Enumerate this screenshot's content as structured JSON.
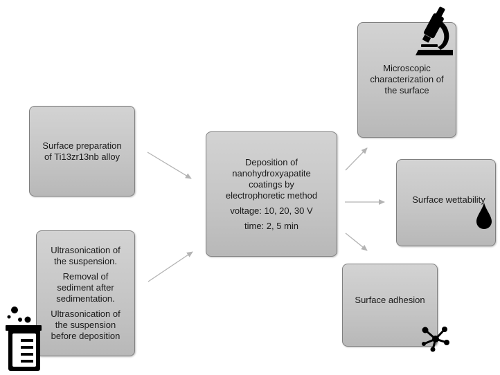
{
  "boxes": {
    "surface_prep": {
      "lines": [
        "Surface preparation",
        "of Ti13zr13nb alloy"
      ]
    },
    "ultrasonication": {
      "p1": [
        "Ultrasonication of",
        "the suspension."
      ],
      "p2": [
        "Removal of",
        "sediment after",
        "sedimentation."
      ],
      "p3": [
        "Ultrasonication of",
        "the suspension",
        "before deposition"
      ]
    },
    "deposition": {
      "lines": [
        "Deposition of",
        "nanohydroxyapatite",
        "coatings by",
        "electrophoretic method"
      ],
      "voltage": "voltage: 10, 20, 30 V",
      "time": "time: 2, 5 min"
    },
    "microscopic": {
      "lines": [
        "Microscopic",
        "characterization of",
        "the surface"
      ]
    },
    "wettability": {
      "label": "Surface wettability"
    },
    "adhesion": {
      "label": "Surface adhesion"
    }
  },
  "icons": [
    "microscope-icon",
    "beaker-icon",
    "water-drop-icon",
    "molecule-icon"
  ],
  "colors": {
    "box_fill": "#c8c8c8",
    "box_border": "#7f7f7f",
    "arrow": "#b3b3b3",
    "icon": "#000000"
  }
}
